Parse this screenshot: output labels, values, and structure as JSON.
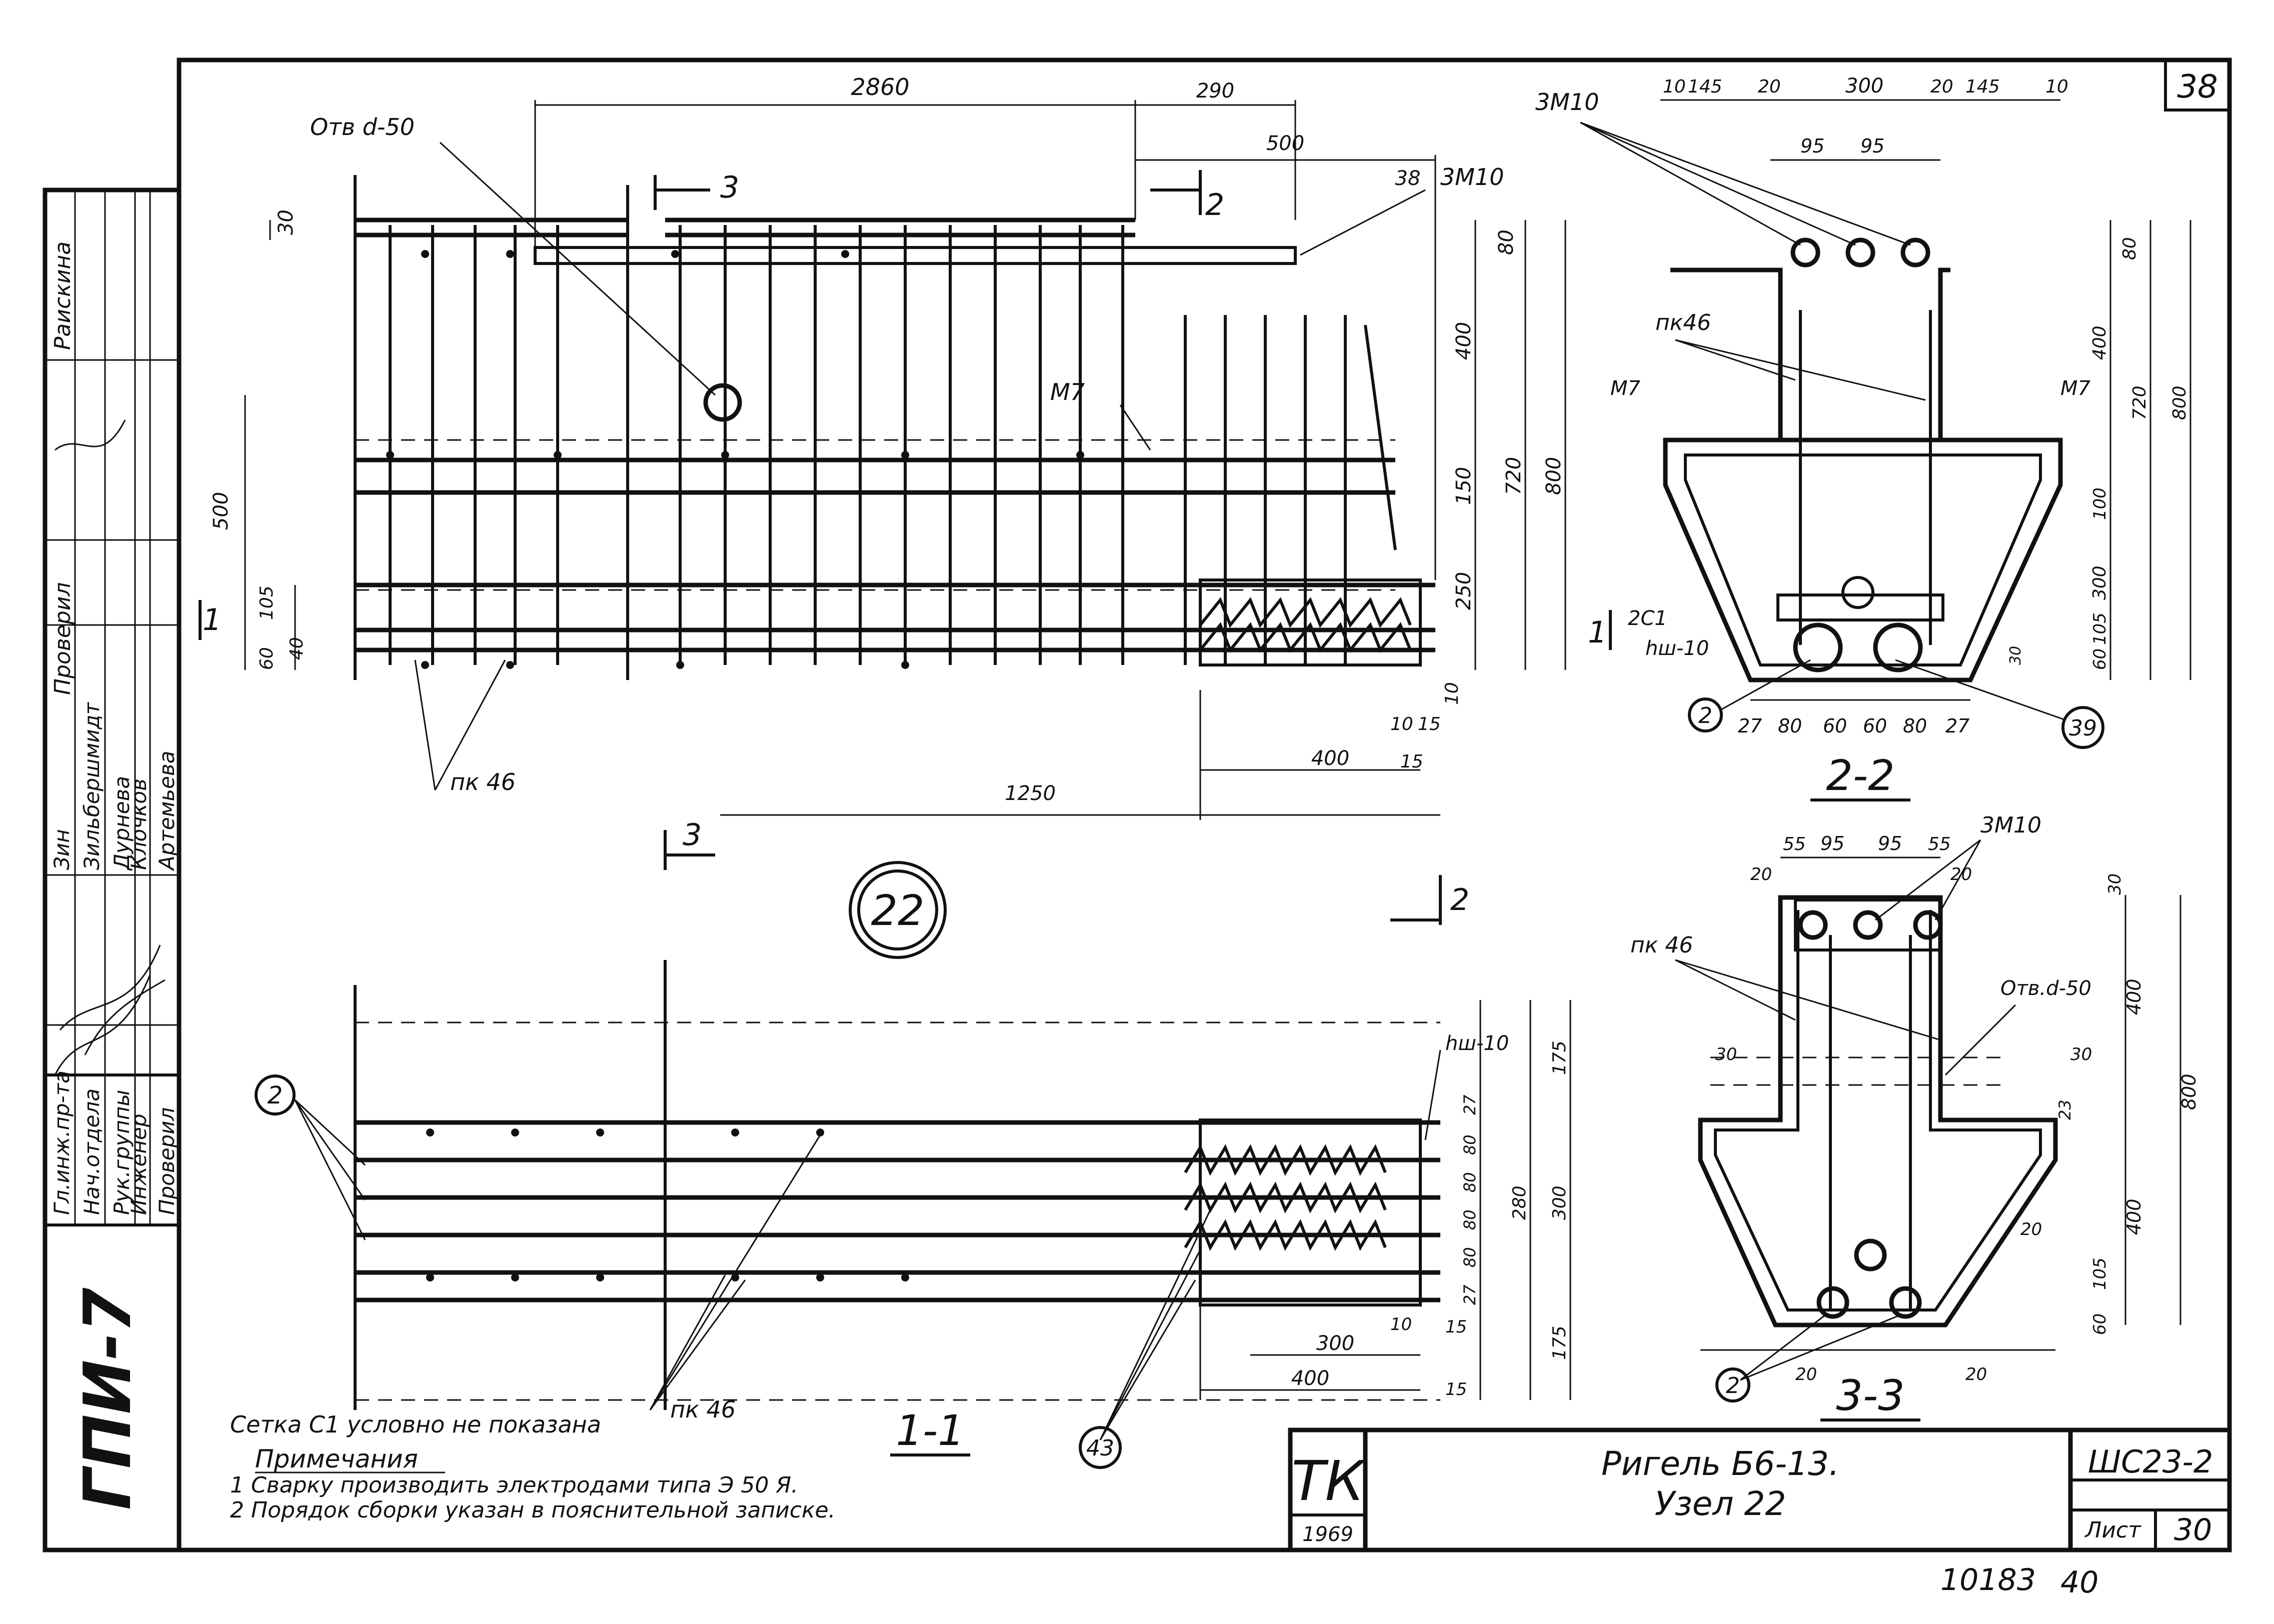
{
  "sheet_number": "38",
  "stamp": {
    "side_label": "ГПИ-7",
    "roles": [
      "Гл.инж.пр-та",
      "Нач.отдела",
      "Рук.группы",
      "Инженер",
      "Проверил"
    ],
    "names": [
      "Зин",
      "Зильбершмидт",
      "Дурнева",
      "Клочков",
      "Артемьева"
    ],
    "checked_label": "Проверил",
    "checked_name": "Раискина"
  },
  "title_block": {
    "org": "ТК",
    "year": "1969",
    "title_line1": "Ригель Б6-13.",
    "title_line2": "Узел 22",
    "code": "ШС23-2",
    "sheet_label": "Лист",
    "sheet_value": "30"
  },
  "bottom_numbers": {
    "left": "10183",
    "right": "40"
  },
  "notes": {
    "c1_note": "Сетка С1  условно не показана",
    "heading": "Примечания",
    "items": [
      "1 Сварку производить электродами  типа Э 50 Я.",
      "2 Порядок сборки указан в пояснительной записке."
    ]
  },
  "node_label": "22",
  "elevation": {
    "dims_top": [
      "2860",
      "290",
      "500",
      "38"
    ],
    "labels": [
      "Отв d-50",
      "3М10",
      "М7",
      "пк 46"
    ],
    "dims_right": [
      "80",
      "400",
      "150",
      "250",
      "720",
      "800",
      "10"
    ],
    "dims_left": [
      "30",
      "500",
      "105",
      "40",
      "60"
    ],
    "dims_bottom": [
      "10",
      "15",
      "400",
      "15",
      "1250"
    ],
    "cut_marks": {
      "s3": "3",
      "s2": "2",
      "s1": "1"
    }
  },
  "section_2_2": {
    "title": "2-2",
    "dims_top": [
      "10",
      "145",
      "20",
      "300",
      "20",
      "145",
      "10"
    ],
    "dims_95": [
      "95",
      "95"
    ],
    "labels": [
      "3М10",
      "пк46",
      "М7",
      "М7",
      "2С1",
      "hш-10"
    ],
    "dims_right": [
      "80",
      "400",
      "720",
      "800",
      "100",
      "300",
      "105",
      "60",
      "30"
    ],
    "dims_bottom": [
      "27",
      "80",
      "60",
      "60",
      "80",
      "27"
    ],
    "callouts": [
      "2",
      "39"
    ]
  },
  "section_3_3": {
    "title": "3-3",
    "dims_top": [
      "55",
      "95",
      "95",
      "55"
    ],
    "labels": [
      "3М10",
      "пк 46",
      "Отв.d-50"
    ],
    "dims": [
      "20",
      "20",
      "30",
      "30",
      "30",
      "23",
      "20",
      "105",
      "60",
      "20",
      "20"
    ],
    "dims_right": [
      "400",
      "400",
      "800"
    ],
    "callout": "2"
  },
  "section_1_1": {
    "title": "1-1",
    "labels": [
      "hш-10",
      "пк 46"
    ],
    "dims_right": [
      "175",
      "27",
      "80",
      "80",
      "80",
      "80",
      "27",
      "280",
      "300",
      "175"
    ],
    "dims_bottom": [
      "10",
      "15",
      "300",
      "400",
      "15"
    ],
    "callouts": [
      "2",
      "43"
    ]
  }
}
